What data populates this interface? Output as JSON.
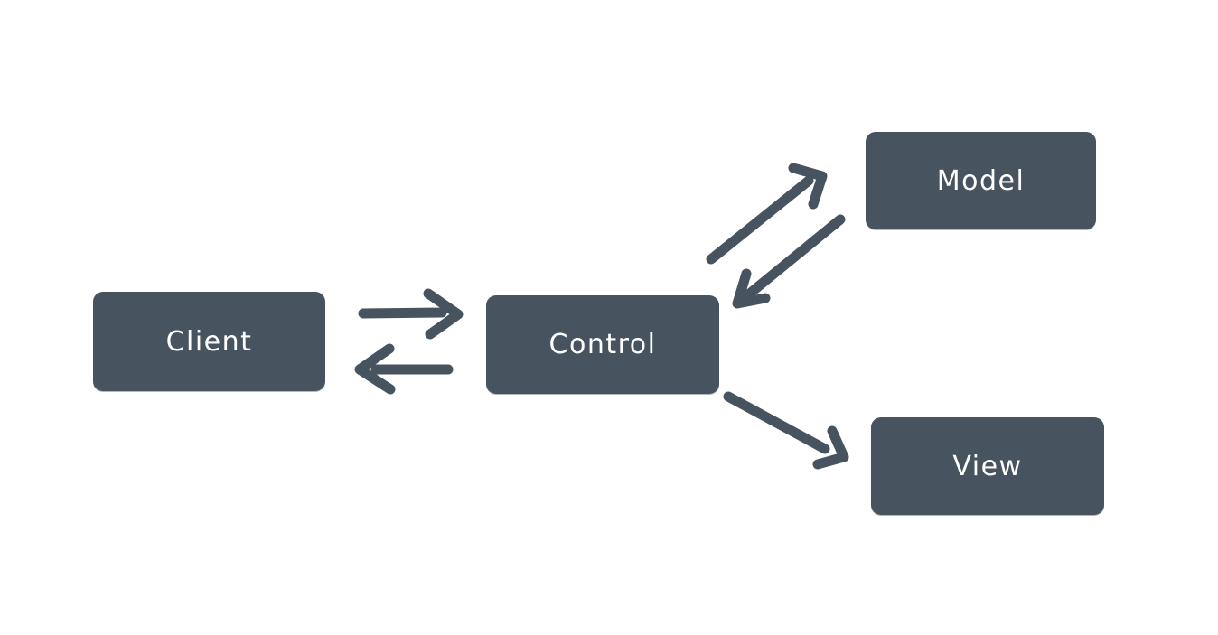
{
  "diagram": {
    "type": "flow-diagram",
    "colors": {
      "background": "#ffffff",
      "node_fill": "#47535e",
      "node_text": "#ffffff",
      "arrow": "#47535e"
    },
    "nodes": [
      {
        "id": "client",
        "label": "Client"
      },
      {
        "id": "control",
        "label": "Control"
      },
      {
        "id": "model",
        "label": "Model"
      },
      {
        "id": "view",
        "label": "View"
      }
    ],
    "edges": [
      {
        "from": "client",
        "to": "control",
        "direction": "right"
      },
      {
        "from": "control",
        "to": "client",
        "direction": "left"
      },
      {
        "from": "control",
        "to": "model",
        "direction": "up-right"
      },
      {
        "from": "model",
        "to": "control",
        "direction": "down-left"
      },
      {
        "from": "control",
        "to": "view",
        "direction": "down-right"
      }
    ]
  }
}
